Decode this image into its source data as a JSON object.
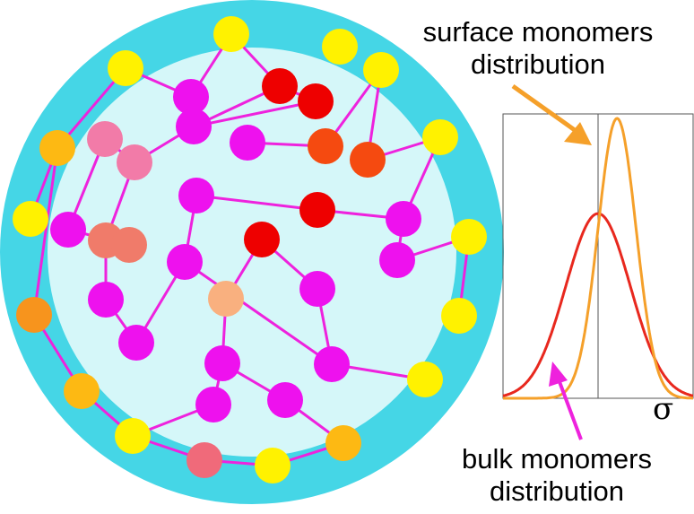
{
  "labels": {
    "surface_line1": "surface monomers",
    "surface_line2": "distribution",
    "bulk_line1": "bulk monomers",
    "bulk_line2": "distribution",
    "axis": "σ"
  },
  "colors": {
    "shell": "#45d6e6",
    "core": "#d5f7f9",
    "bond": "#ee22dd",
    "surface_curve": "#f5a02a",
    "bulk_curve": "#e8281e",
    "surface_arrow": "#f5a02a",
    "bulk_arrow": "#ee22dd"
  },
  "monomer_colors": {
    "magenta": "#ee11ee",
    "red": "#ee0000",
    "dark_orange_red": "#f54a10",
    "yellow": "#fff200",
    "gold": "#fdb913",
    "orange": "#f7941d",
    "pink": "#f27ba8",
    "salmon": "#f07b6a",
    "peach": "#f9b07f",
    "rose": "#f06a7a"
  },
  "distributions": {
    "surface": {
      "mean": 0.6,
      "sd": 0.1,
      "peak": 1.0
    },
    "bulk": {
      "mean": 0.5,
      "sd": 0.17,
      "peak": 0.66
    }
  }
}
